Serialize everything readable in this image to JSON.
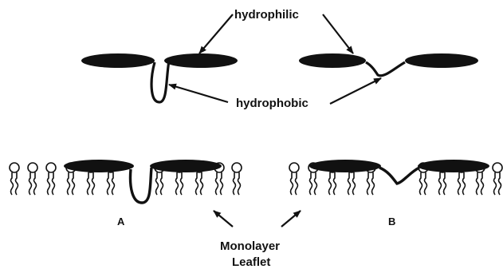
{
  "labels": {
    "hydrophilic": "hydrophilic",
    "hydrophobic": "hydrophobic",
    "panel_a": "A",
    "panel_b": "B",
    "monolayer_line1": "Monolayer",
    "monolayer_line2": "Leaflet"
  },
  "colors": {
    "ink": "#111111",
    "background": "#ffffff"
  }
}
